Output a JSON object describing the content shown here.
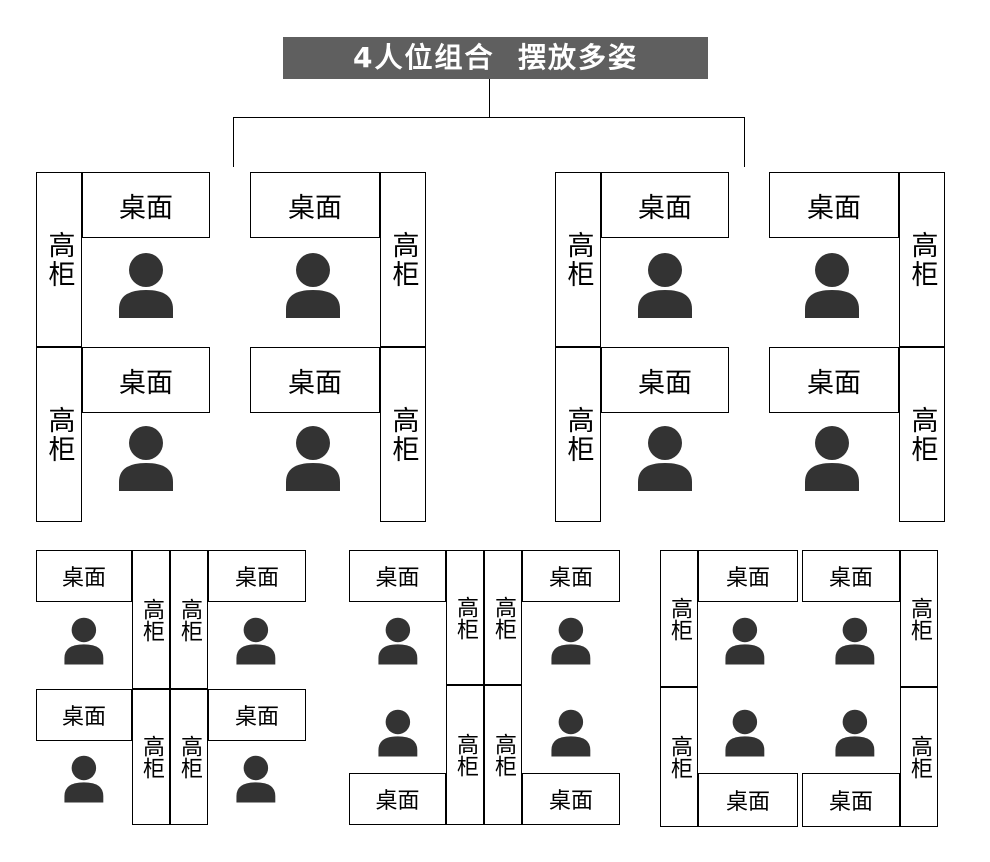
{
  "diagram": {
    "title": "4人位组合  摆放多姿",
    "desk_label": "桌面",
    "cabinet_label": "高柜",
    "colors": {
      "title_bg": "#5f5f5f",
      "title_text": "#ffffff",
      "person": "#333333",
      "line": "#000000"
    }
  }
}
